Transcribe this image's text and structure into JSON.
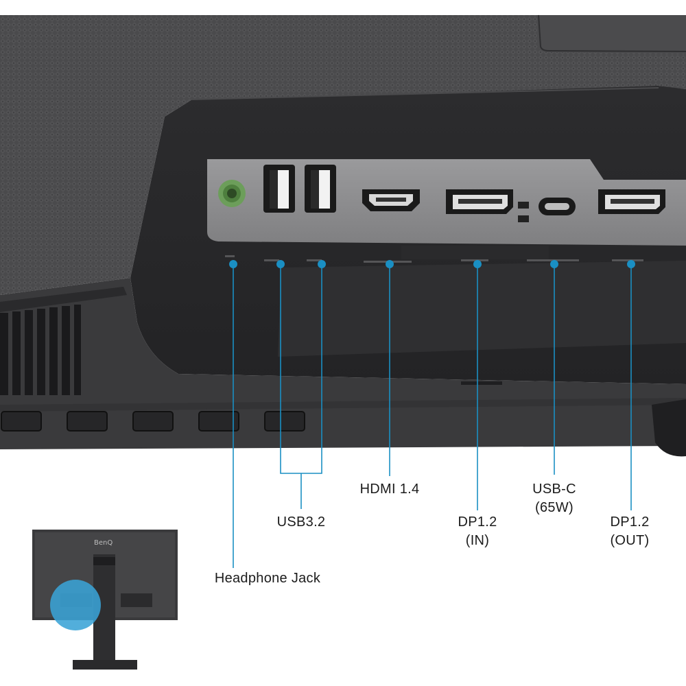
{
  "ports": [
    {
      "id": "headphone",
      "lines": [
        "Headphone Jack"
      ]
    },
    {
      "id": "usb",
      "lines": [
        "USB3.2"
      ]
    },
    {
      "id": "hdmi",
      "lines": [
        "HDMI 1.4"
      ]
    },
    {
      "id": "dp-in",
      "lines": [
        "DP1.2",
        "(IN)"
      ]
    },
    {
      "id": "usbc",
      "lines": [
        "USB-C",
        "(65W)"
      ]
    },
    {
      "id": "dp-out",
      "lines": [
        "DP1.2",
        "(OUT)"
      ]
    }
  ],
  "thumbnail": {
    "brand": "BenQ"
  },
  "colors": {
    "accent": "#1a8fc3",
    "highlight": "#3aa3d6",
    "chassis": "#3a3a3c",
    "chassis_dark": "#1e1e20",
    "io_panel": "#8c8c8e",
    "audio_green": "#5a9a4a"
  }
}
